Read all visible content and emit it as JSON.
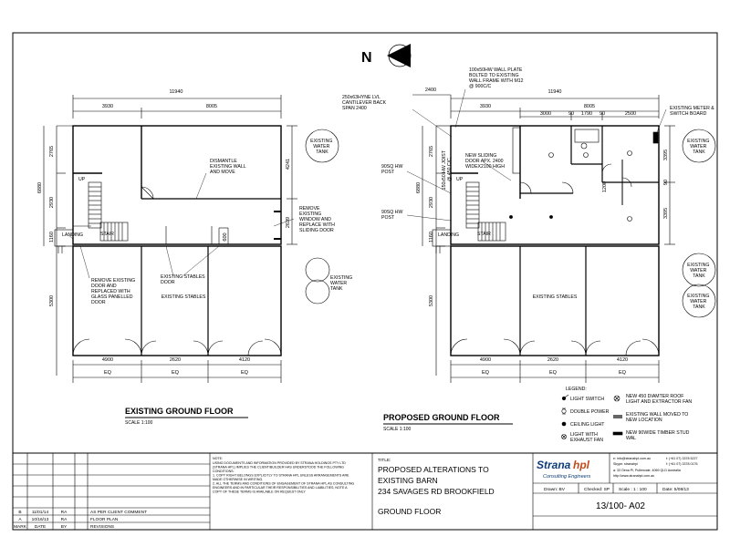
{
  "north_label": "N",
  "existing": {
    "title": "EXISTING GROUND FLOOR",
    "scale": "SCALE 1:100",
    "dims": {
      "overall": "11940",
      "left": "3930",
      "right": "8005",
      "v1": "2765",
      "v2": "2930",
      "v3": "1160",
      "v4": "5300",
      "v_total": "6880",
      "r1": "4241",
      "r2": "2639",
      "small": "600",
      "b1": "4900",
      "b2": "2620",
      "b3": "4120",
      "eq1": "EQ",
      "eq2": "EQ",
      "eq3": "EQ"
    },
    "labels": {
      "up": "UP",
      "landing": "LANDING",
      "stair": "STAIR",
      "dismantle": [
        "DISMANTLE",
        "EXISTING WALL",
        "AND MOVE"
      ],
      "remove_window": [
        "REMOVE",
        "EXISTING",
        "WINDOW AND",
        "REPLACE WITH",
        "SLIDING DOOR"
      ],
      "remove_door": [
        "REMOVE EXISTING",
        "DOOR AND",
        "REPLACED WITH",
        "GLASS PANELLED",
        "DOOR"
      ],
      "stables_door": [
        "EXISTING STABLES",
        "DOOR"
      ],
      "stables": "EXISTING STABLES",
      "water_tank_1": [
        "EXISTING",
        "WATER",
        "TANK"
      ],
      "water_tank_2": [
        "EXISTING",
        "WATER",
        "TANK"
      ]
    }
  },
  "proposed": {
    "title": "PROPOSED GROUND FLOOR",
    "scale": "SCALE 1:100",
    "dims": {
      "top_left": "2400",
      "overall": "11940",
      "left": "3930",
      "right": "8005",
      "c1": "3000",
      "c2": "90",
      "c3": "1790",
      "c4": "90",
      "c5": "2500",
      "v1": "2765",
      "v2": "2930",
      "v3": "1160",
      "v4": "5300",
      "v_total": "6880",
      "r1": "3395",
      "r2": "90",
      "r3": "3395",
      "inner": "1200",
      "b1": "4900",
      "b2": "2620",
      "b3": "4120",
      "eq1": "EQ",
      "eq2": "EQ",
      "eq3": "EQ"
    },
    "labels": {
      "lvl": [
        "250x63HYNE LVL",
        "CANTILEVER BACK",
        "SPAN 2400"
      ],
      "wall_plate": [
        "100x50HW WALL PLATE",
        "BOLTED TO EXISTING",
        "WALL FRAME WITH M12",
        "@ 900C/C"
      ],
      "meter": [
        "EXISTING METER &",
        "SWITCH BOARD"
      ],
      "joist": [
        "150x50 HW JOIST",
        "@ 450 C/C"
      ],
      "sliding": [
        "NEW SLIDING",
        "DOOR APX. 2400",
        "WIDEX2100 HIGH"
      ],
      "post1": [
        "90SQ HW",
        "POST"
      ],
      "post2": [
        "90SQ HW",
        "POST"
      ],
      "up": "UP",
      "landing": "LANDING",
      "stair": "STAIR",
      "stables": "EXISTING STABLES",
      "water_tank_1": [
        "EXISTING",
        "WATER",
        "TANK"
      ],
      "water_tank_2": [
        "EXISTING",
        "WATER",
        "TANK"
      ],
      "water_tank_3": [
        "EXISTING",
        "WATER",
        "TANK"
      ]
    }
  },
  "legend": {
    "title": "LEGEND:",
    "items": [
      {
        "symbol": "switch",
        "text": [
          "LIGHT SWITCH"
        ]
      },
      {
        "symbol": "power",
        "text": [
          "DOUBLE POWER"
        ]
      },
      {
        "symbol": "light",
        "text": [
          "CEILING LIGHT"
        ]
      },
      {
        "symbol": "fan",
        "text": [
          "LIGHT  WITH",
          "EXHAUST FAN"
        ]
      },
      {
        "symbol": "roof-light",
        "text": [
          "NEW 450 DIAMTER ROOF",
          "LIGHT AND EXTRACTOR FAN"
        ]
      },
      {
        "symbol": "moved-wall",
        "text": [
          "EXISTING WALL MOVED TO",
          "NEW LOCATION"
        ]
      },
      {
        "symbol": "stud-wall",
        "text": [
          "NEW 90WIDE TIMBER STUD",
          "WAL"
        ]
      }
    ]
  },
  "title_block": {
    "notes_heading": "NOTE:",
    "notes": [
      "USING  DOCUMENTS AND INFORMATION PROVIDED BY STRANA HOLDINGS PTY LTD",
      "(STRANA HPL) IMPLIES THE CLIENT/BUILDER HAS UNDERSTOOD THE FOLLOWING",
      "CONDITIONS:",
      "1. COPY RIGHT BELONGS EXPLICITLY TO STRANA HPL UNLESS ARRANGEMENTS ARE",
      "MADE OTHERWISE IN WRITING.",
      "2.  ALL THE TERMS AND CONDITIONS OF ENGAGEMENT OF STRANA HPL  AS CONSULTING",
      "ENGINEERS AND IN PARTICULAR THEIR RESPONSIBILITIES AND LIABILITIES, NOTE A",
      "COPY OF THESE TERMS IS AVAILABLE ON REQUEST ONLY"
    ],
    "revisions": [
      {
        "mark": "B",
        "date": "11/01/14",
        "by": "RA",
        "text": "AS PER CLIENT COMMENT"
      },
      {
        "mark": "A",
        "date": "10/16/13",
        "by": "RA",
        "text": "FLOOR PLAN"
      }
    ],
    "rev_header": {
      "mark": "MARK",
      "date": "DATE",
      "by": "BY",
      "text": "REVISIONS"
    },
    "title_label": "TITLE:",
    "title_lines": [
      "PROPOSED ALTERATIONS TO",
      "EXISTING BARN",
      "234 SAVAGES RD BROOKFIELD"
    ],
    "sheet_name": "GROUND FLOOR",
    "logo_text_1": "Strana",
    "logo_text_2": "hpl",
    "logo_sub": "Consulting Engineers",
    "contact": {
      "email": "e: info@stranahpl.com.au",
      "skype": "Skype: stranahpl",
      "tel": "t: (+61 07) 3378 5227",
      "fax": "f: (+61 07) 3378 0176",
      "address": "a: 33 Oena Pl, Pullenvale, 4069 QLD Australia",
      "web": "http://www.stranahpl.com.au"
    },
    "drawn": "Drawn:   BV",
    "checked": "Checked:   SP",
    "scale": "Scale : 1 : 100",
    "date": "Date:   5/08/13",
    "drawing_no": "13/100- A02"
  }
}
